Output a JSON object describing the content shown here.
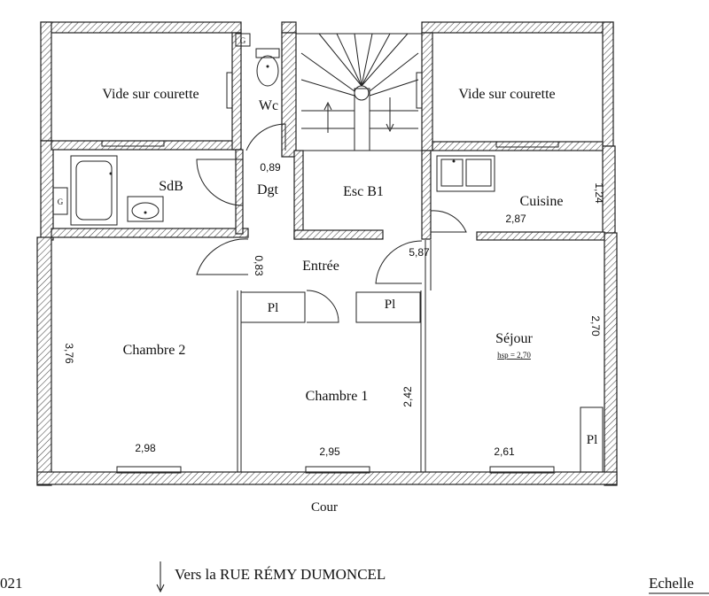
{
  "rooms": {
    "vide_left": "Vide sur courette",
    "vide_right": "Vide sur courette",
    "wc": "Wc",
    "sdb": "SdB",
    "dgt": "Dgt",
    "esc": "Esc B1",
    "cuisine": "Cuisine",
    "entree": "Entrée",
    "chambre2": "Chambre 2",
    "chambre1": "Chambre 1",
    "sejour": "Séjour",
    "sejour_hsp": "hsp = 2,70",
    "pl_1": "Pl",
    "pl_2": "Pl",
    "pl_3": "Pl",
    "g_wc": "G",
    "g_sdb": "G",
    "cour": "Cour"
  },
  "dimensions": {
    "dgt_width": "0,89",
    "cuisine_depth": "1,24",
    "cuisine_width": "2,87",
    "entree_length": "5,87",
    "entree_width": "0,83",
    "chambre2_depth": "3,76",
    "sejour_depth": "2,70",
    "chambre1_depth": "2,42",
    "chambre2_width": "2,98",
    "chambre1_width": "2,95",
    "sejour_width": "2,61"
  },
  "footer": {
    "left_fragment": "021",
    "direction": "Vers la RUE  RÉMY  DUMONCEL",
    "right_fragment": "Echelle"
  }
}
